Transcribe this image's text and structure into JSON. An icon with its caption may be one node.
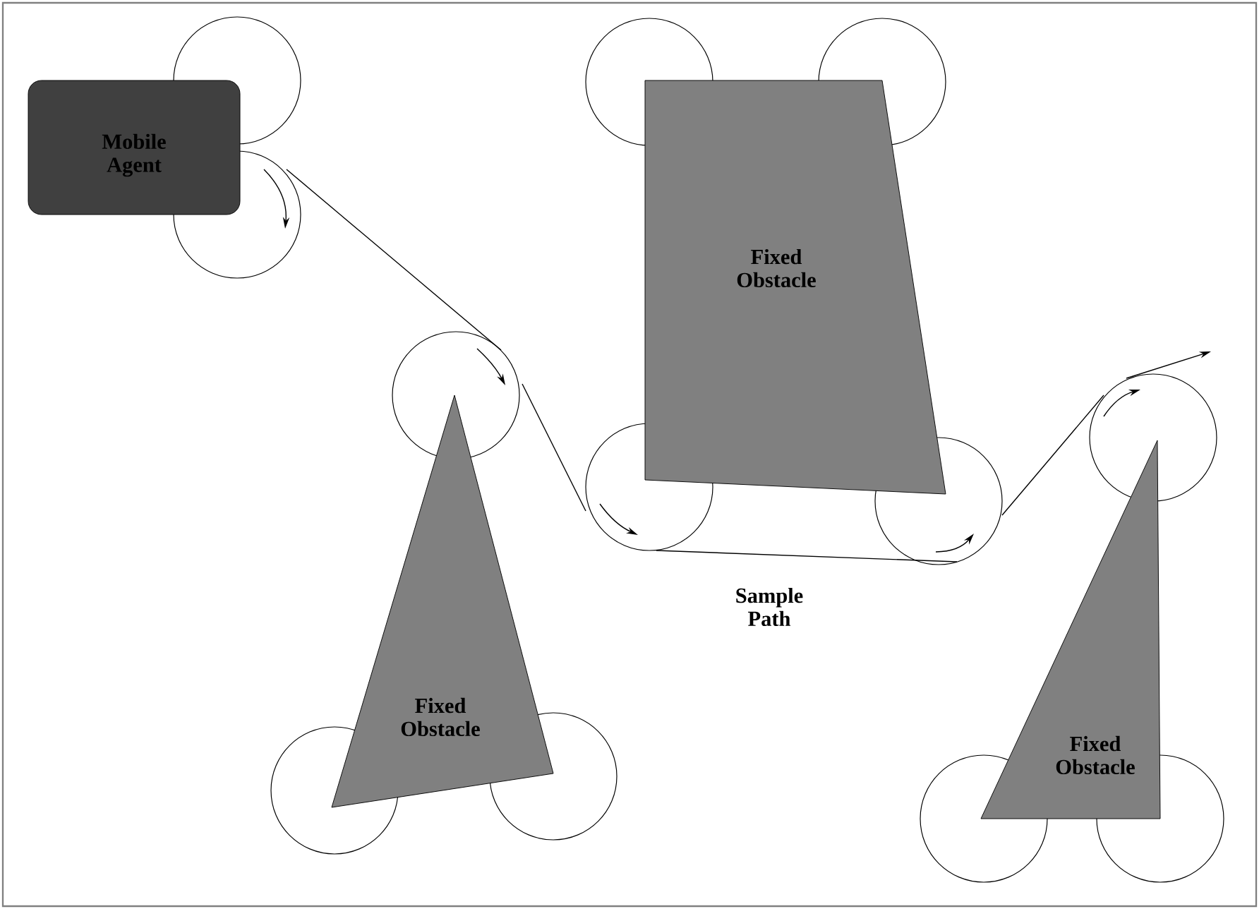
{
  "diagram": {
    "nodes": [
      {
        "text": [
          "Mobile Agent"
        ]
      },
      {
        "text": [
          "Fixed Obstacle"
        ]
      },
      {
        "text": [
          "Fixed Obstacle"
        ]
      },
      {
        "text": [
          "Fixed Obstacle"
        ]
      }
    ],
    "labels": [
      "Sample Path"
    ]
  }
}
